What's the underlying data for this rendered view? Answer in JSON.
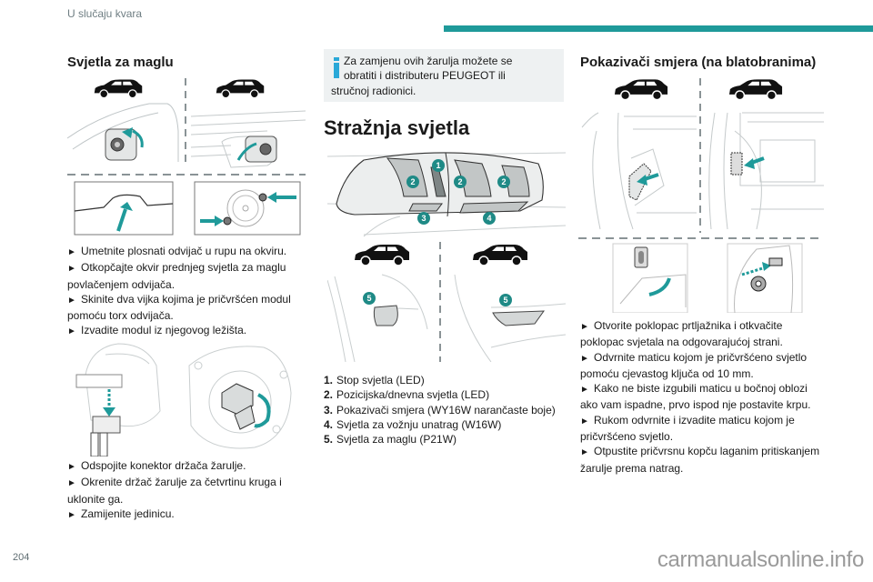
{
  "header": {
    "running_head": "U slučaju kvara",
    "accent_color": "#1f9a9a"
  },
  "fog_front": {
    "title": "Svjetla za maglu",
    "figure_top": "front-fog-light-removal-steps",
    "steps_a": [
      "Umetnite plosnati odvijač u rupu na okviru.",
      "Otkopčajte okvir prednjeg svjetla za maglu povlačenjem odvijača.",
      "Skinite dva vijka kojima je pričvršćen modul pomoću torx odvijača.",
      "Izvadite modul iz njegovog ležišta."
    ],
    "steps_b": [
      "Odspojite konektor držača žarulje.",
      "Okrenite držač žarulje za četvrtinu kruga i uklonite ga.",
      "Zamijenite jedinicu."
    ]
  },
  "note": {
    "icon": "info-icon",
    "line1": "Za zamjenu ovih žarulja možete se",
    "line2": "obratiti i distributeru PEUGEOT ili",
    "line3": "stručnoj radionici."
  },
  "rear_lights": {
    "title": "Stražnja svjetla",
    "callouts": [
      "1",
      "2",
      "2",
      "2",
      "3",
      "4",
      "5",
      "5"
    ],
    "legend": [
      {
        "num": "1.",
        "text": "Stop svjetla (LED)"
      },
      {
        "num": "2.",
        "text": "Pozicijska/dnevna svjetla (LED)"
      },
      {
        "num": "3.",
        "text": "Pokazivači smjera (WY16W narančaste boje)"
      },
      {
        "num": "4.",
        "text": "Svjetla za vožnju unatrag (W16W)"
      },
      {
        "num": "5.",
        "text": "Svjetla za maglu (P21W)"
      }
    ]
  },
  "indicators": {
    "title": "Pokazivači smjera (na blatobranima)",
    "steps": [
      "Otvorite poklopac prtljažnika i otkvačite poklopac svjetala na odgovarajućoj strani.",
      "Odvrnite maticu kojom je pričvršćeno svjetlo pomoću cjevastog ključa od 10 mm.",
      "Kako ne biste izgubili maticu u bočnoj oblozi ako vam ispadne, prvo ispod nje postavite krpu.",
      "Rukom odvrnite i izvadite maticu kojom je pričvršćeno svjetlo.",
      "Otpustite pričvrsnu kopču laganim pritiskanjem žarulje prema natrag."
    ]
  },
  "footer": {
    "page_number": "204",
    "watermark": "carmanualsonline.info"
  },
  "bullet_glyph": "►"
}
